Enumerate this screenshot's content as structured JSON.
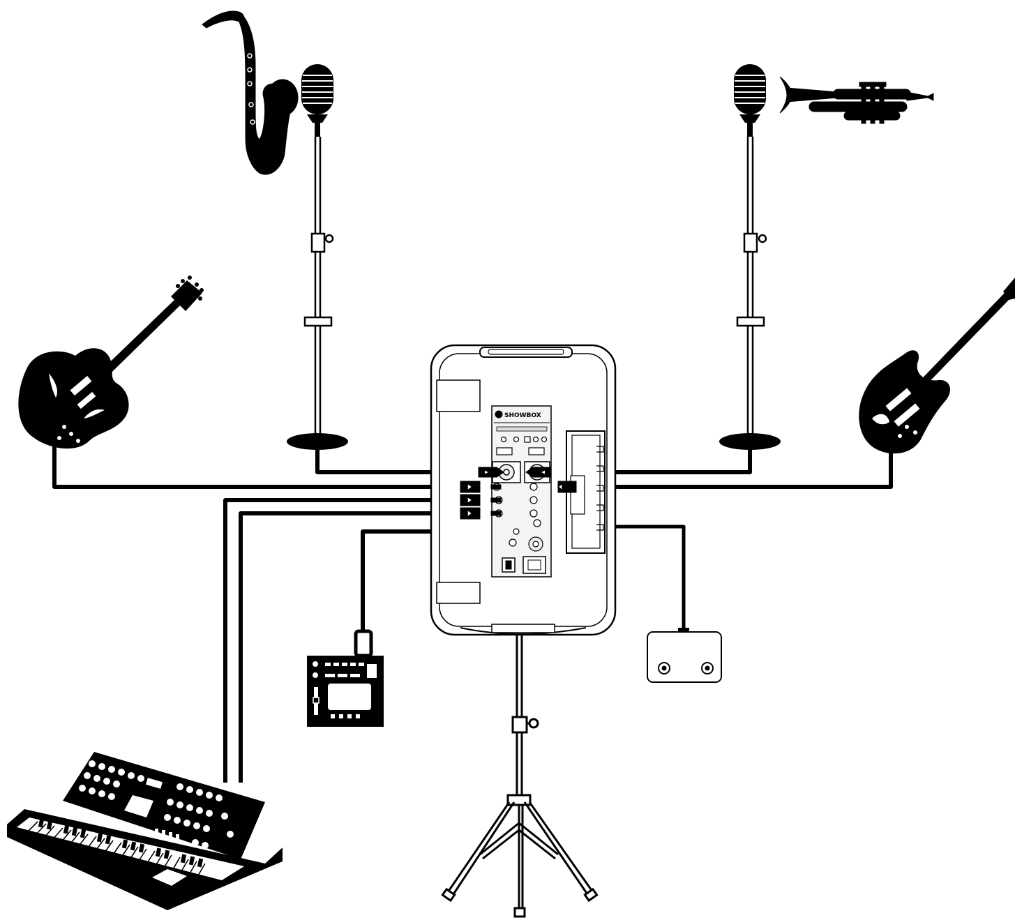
{
  "diagram": {
    "brand_label": "SHOWBOX",
    "colors": {
      "ink": "#000000",
      "paper": "#ffffff",
      "panel": "#f4f4f4"
    },
    "devices": [
      {
        "id": "saxophone",
        "icon": "saxophone-icon"
      },
      {
        "id": "mic-left",
        "icon": "microphone-on-stand-icon"
      },
      {
        "id": "mic-right",
        "icon": "microphone-on-stand-icon"
      },
      {
        "id": "trumpet",
        "icon": "trumpet-icon"
      },
      {
        "id": "electric-guitar",
        "icon": "hollow-body-guitar-icon"
      },
      {
        "id": "bass-guitar",
        "icon": "bass-guitar-icon"
      },
      {
        "id": "showbox-speaker",
        "icon": "speaker-rear-panel-icon"
      },
      {
        "id": "speaker-stand",
        "icon": "tripod-stand-icon"
      },
      {
        "id": "effects-processor",
        "icon": "effects-unit-icon"
      },
      {
        "id": "footswitch",
        "icon": "footswitch-icon"
      },
      {
        "id": "synthesizer",
        "icon": "synthesizer-keyboard-icon"
      }
    ]
  }
}
